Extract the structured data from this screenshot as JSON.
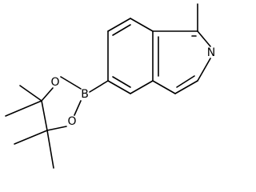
{
  "molecule": {
    "atoms": {
      "nitrogen": "N",
      "boron": "B",
      "oxygen_top": "O",
      "oxygen_bottom": "O"
    }
  }
}
